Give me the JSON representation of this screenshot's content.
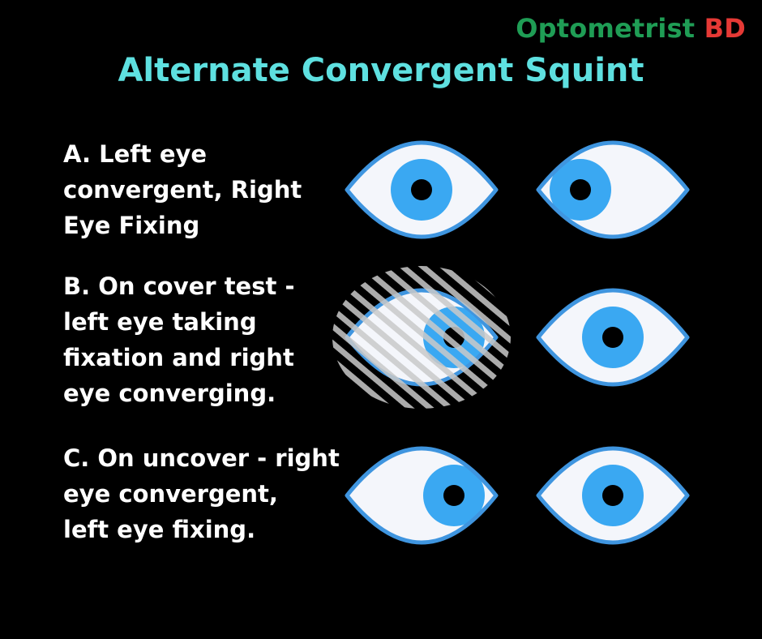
{
  "brand": {
    "part1": "Optometrist",
    "part2": "BD",
    "part1_color": "#1f9d55",
    "part2_color": "#e53935"
  },
  "title": "Alternate Convergent Squint",
  "steps": [
    {
      "id": "A",
      "lines": [
        "A. Left eye",
        "convergent, Right",
        "Eye Fixing"
      ]
    },
    {
      "id": "B",
      "lines": [
        "B. On cover test -",
        "left eye taking",
        "fixation and right",
        "eye converging."
      ]
    },
    {
      "id": "C",
      "lines": [
        "C. On uncover - right",
        "eye convergent,",
        "left eye fixing."
      ]
    }
  ],
  "eye_rows": [
    {
      "row": "A",
      "left_eye": {
        "gaze": "center",
        "covered": false
      },
      "right_eye": {
        "gaze": "inward",
        "covered": false
      }
    },
    {
      "row": "B",
      "left_eye": {
        "gaze": "inward",
        "covered": true
      },
      "right_eye": {
        "gaze": "center",
        "covered": false
      }
    },
    {
      "row": "C",
      "left_eye": {
        "gaze": "inward",
        "covered": false
      },
      "right_eye": {
        "gaze": "center",
        "covered": false
      }
    }
  ],
  "colors": {
    "background": "#000000",
    "title": "#5ee0e0",
    "text": "#ffffff",
    "eye_outline": "#3f95df",
    "sclera": "#f4f6fb",
    "iris": "#3aa8f2",
    "pupil": "#000000"
  }
}
